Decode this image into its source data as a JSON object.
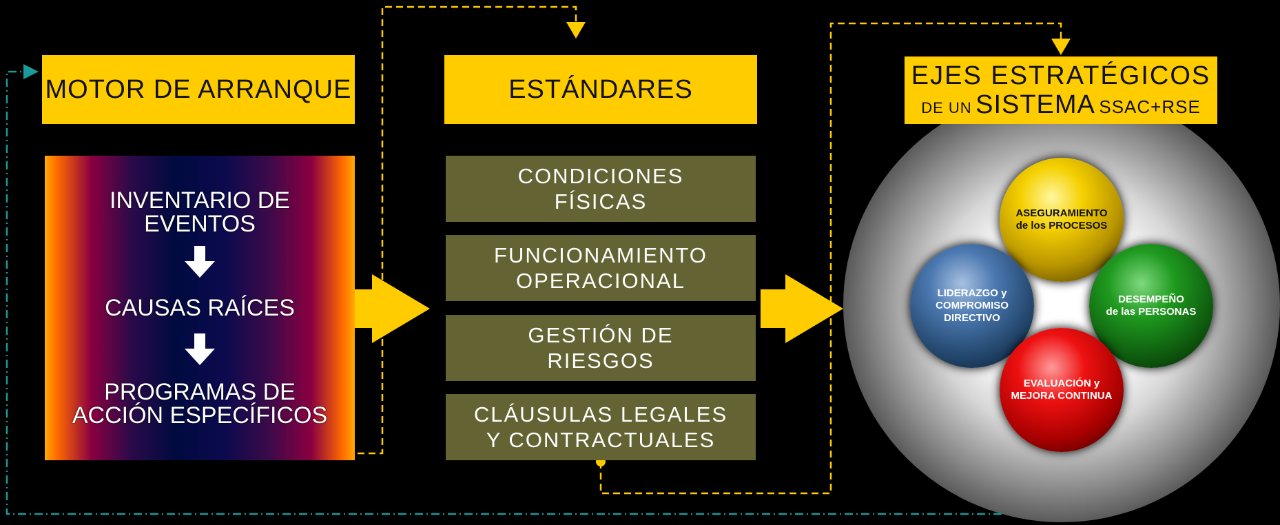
{
  "motor": {
    "header": "MOTOR DE ARRANQUE",
    "step1": "INVENTARIO DE EVENTOS",
    "step2": "CAUSAS RAÍCES",
    "step3": "PROGRAMAS DE ACCIÓN ESPECÍFICOS"
  },
  "standards": {
    "header": "ESTÁNDARES",
    "items": [
      {
        "line1": "CONDICIONES",
        "line2": "FÍSICAS"
      },
      {
        "line1": "FUNCIONAMIENTO",
        "line2": "OPERACIONAL"
      },
      {
        "line1": "GESTIÓN DE",
        "line2": "RIESGOS"
      },
      {
        "line1": "CLÁUSULAS LEGALES",
        "line2": "Y CONTRACTUALES"
      }
    ]
  },
  "axes": {
    "header_line1": "EJES ESTRATÉGICOS",
    "header_small": "DE UN",
    "header_big": "SISTEMA",
    "header_tail": "SSAC+RSE",
    "spheres": {
      "top": "ASEGURAMIENTO\nde los PROCESOS",
      "left": "LIDERAZGO y\nCOMPROMISO\nDIRECTIVO",
      "right": "DESEMPEÑO\nde las PERSONAS",
      "bottom": "EVALUACIÓN y\nMEJORA CONTINUA"
    }
  },
  "colors": {
    "accent": "#ffcc00",
    "feedback_line": "#1a9a9a",
    "standard_box": "#636334"
  }
}
